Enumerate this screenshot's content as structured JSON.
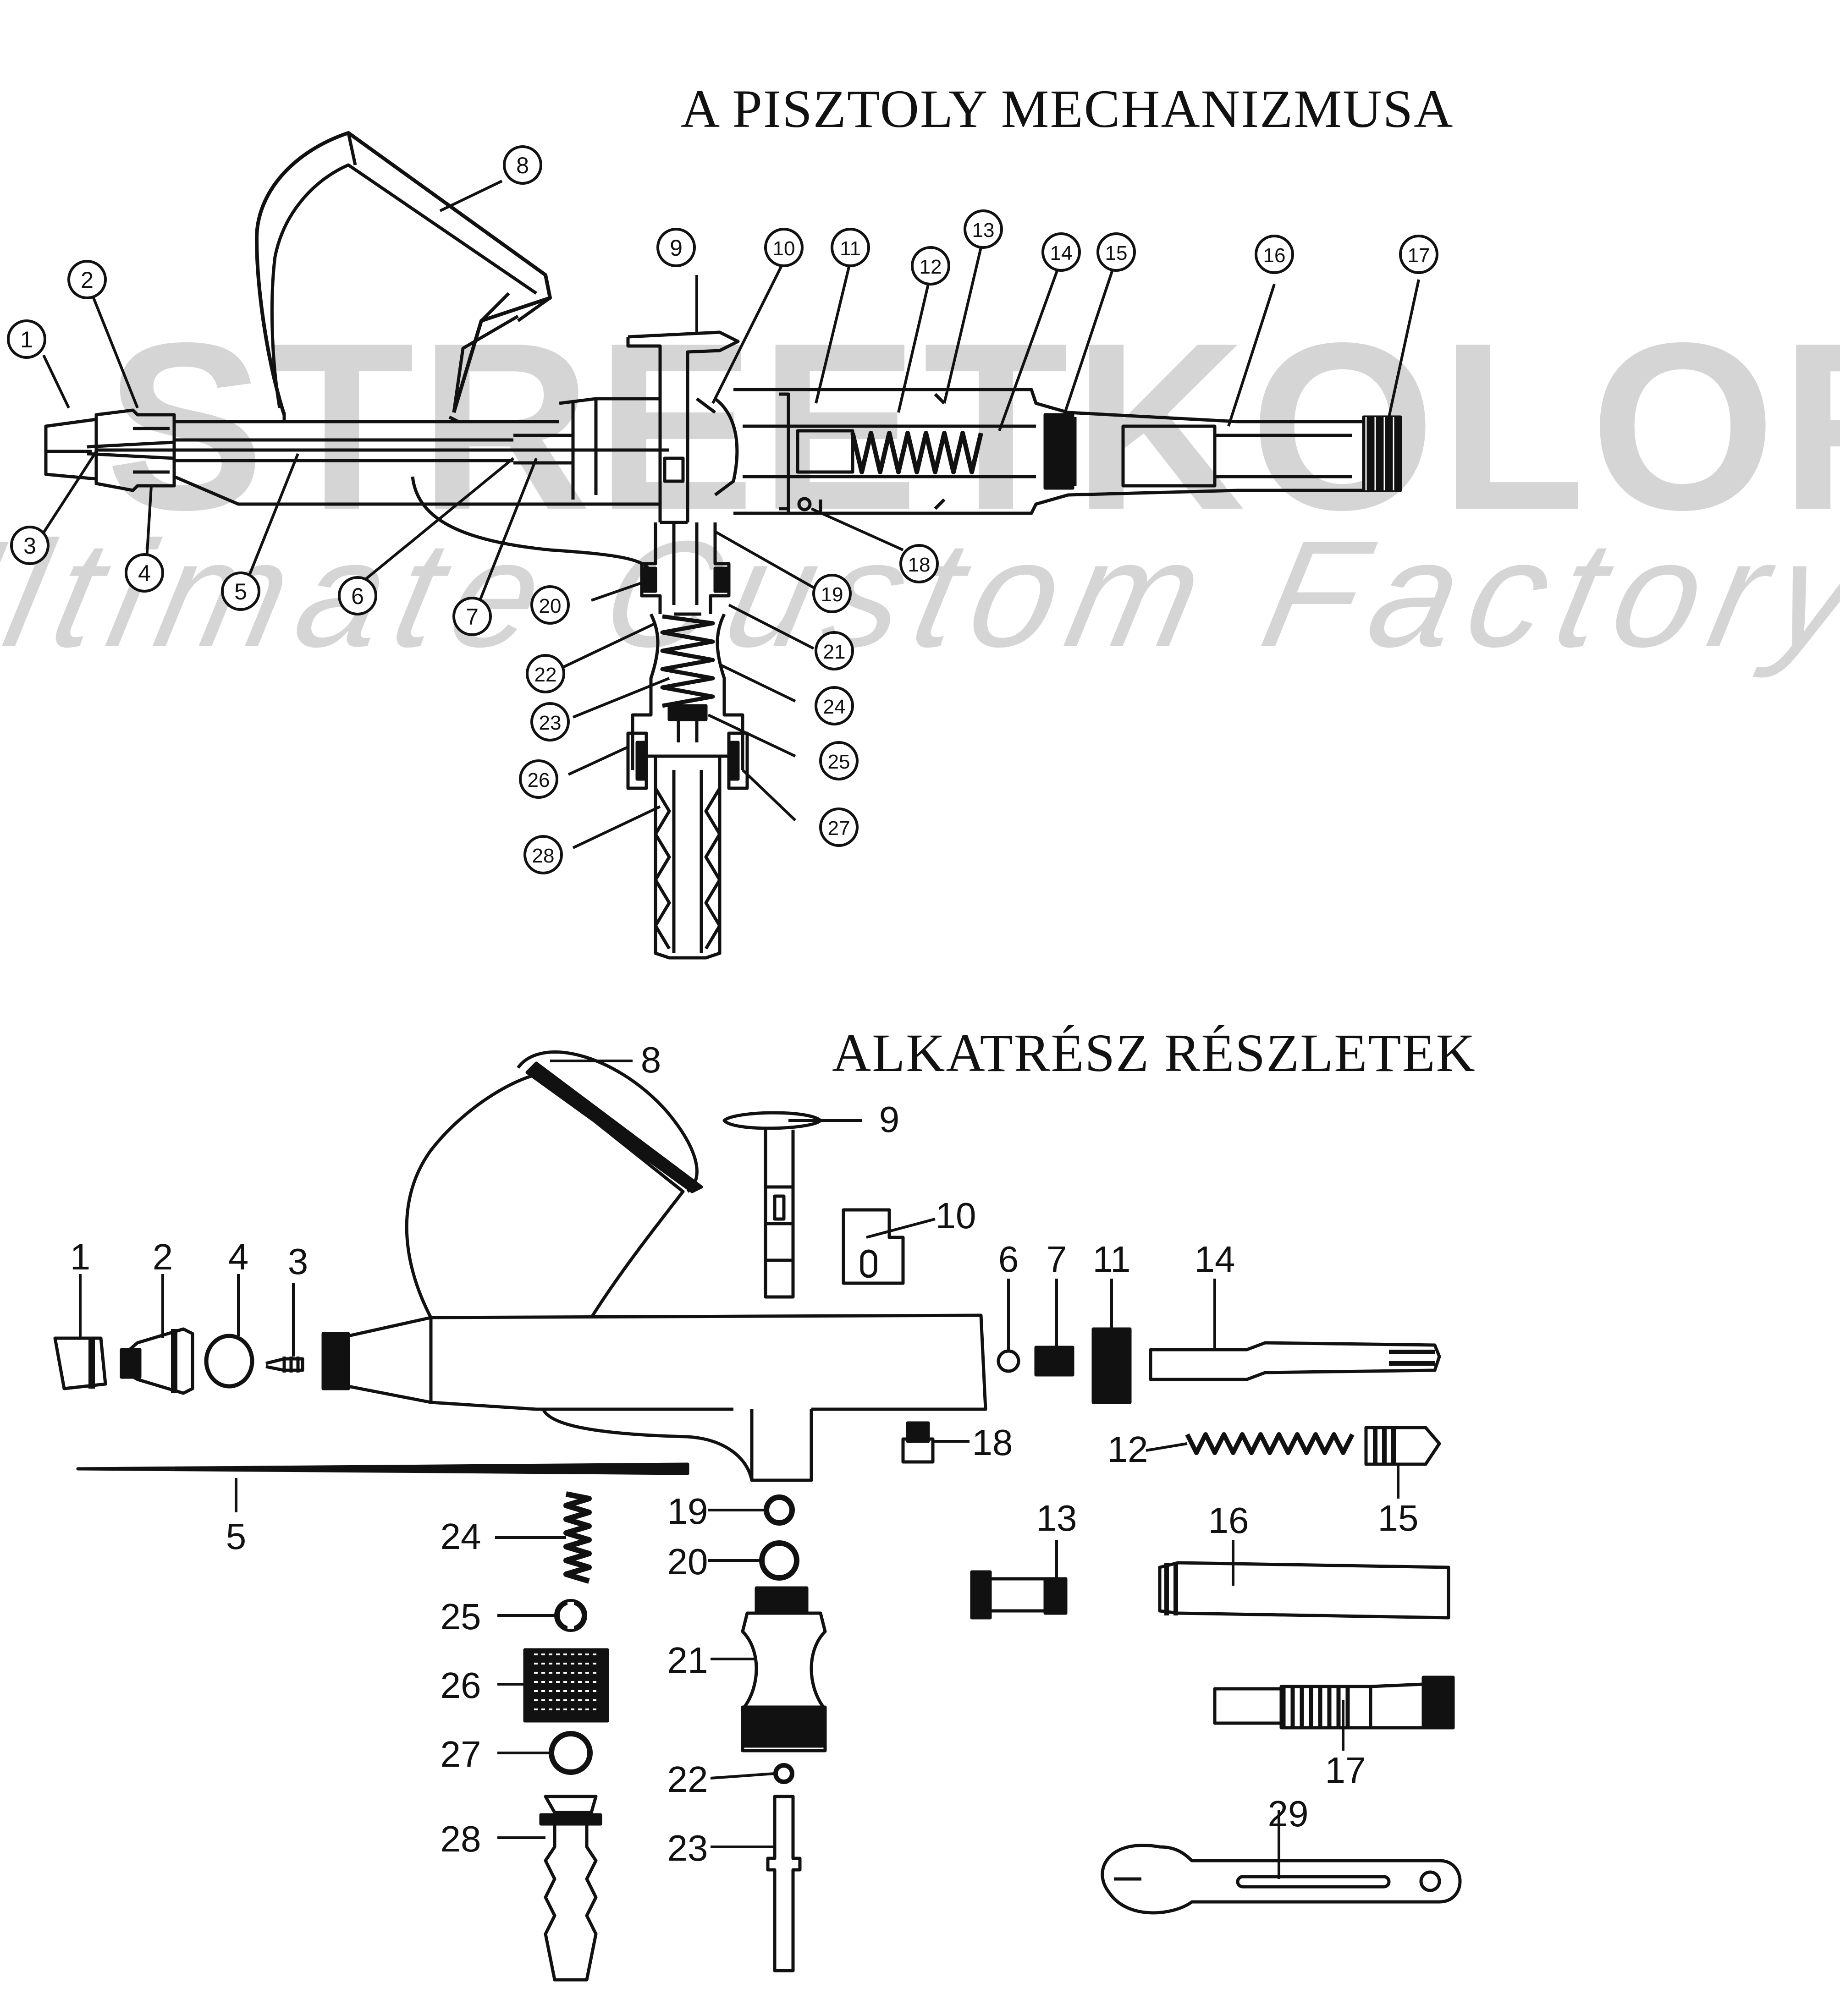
{
  "titles": {
    "mechanism": "A PISZTOLY MECHANIZMUSA",
    "parts": "ALKATRÉSZ RÉSZLETEK"
  },
  "watermark": {
    "brand": "STREETKOLOR",
    "tagline": "Ultimate Custom Factory",
    "color": "#c8c8c8"
  },
  "top_callouts": [
    "1",
    "2",
    "3",
    "4",
    "5",
    "6",
    "7",
    "8",
    "9",
    "10",
    "11",
    "12",
    "13",
    "14",
    "15",
    "16",
    "17",
    "18",
    "19",
    "20",
    "21",
    "22",
    "23",
    "24",
    "25",
    "26",
    "27",
    "28"
  ],
  "bottom_labels": [
    "1",
    "2",
    "3",
    "4",
    "5",
    "6",
    "7",
    "8",
    "9",
    "10",
    "11",
    "12",
    "13",
    "14",
    "15",
    "16",
    "17",
    "18",
    "19",
    "20",
    "21",
    "22",
    "23",
    "24",
    "25",
    "26",
    "27",
    "28",
    "29"
  ],
  "colors": {
    "ink": "#111111"
  }
}
